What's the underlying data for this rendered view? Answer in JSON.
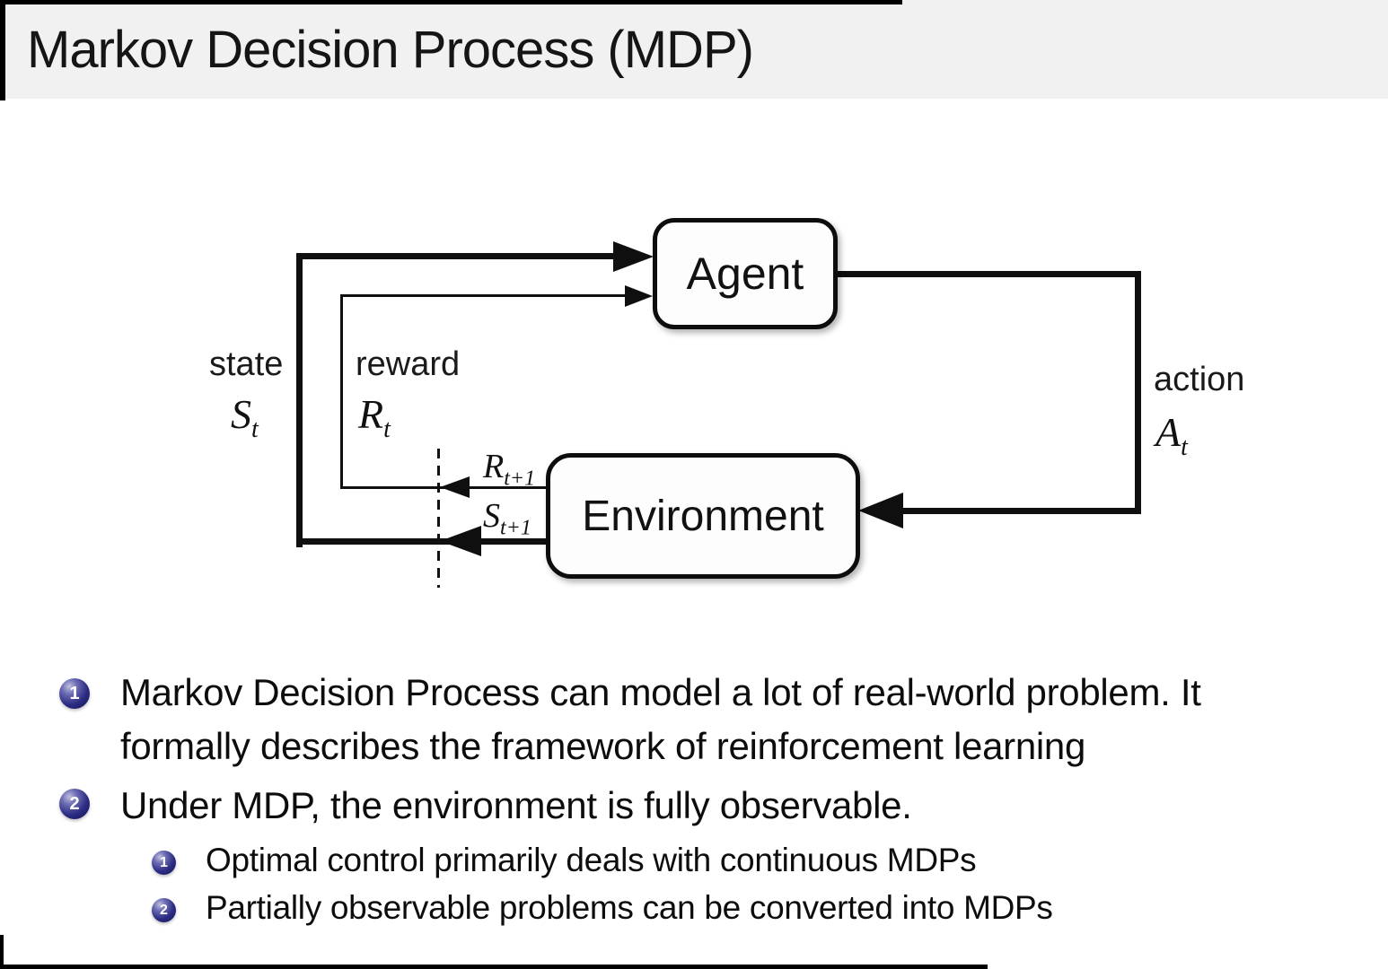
{
  "title": "Markov Decision Process (MDP)",
  "diagram": {
    "agent_label": "Agent",
    "environment_label": "Environment",
    "state_label": "state",
    "reward_label": "reward",
    "action_label": "action",
    "state_symbol": {
      "base": "S",
      "sub": "t"
    },
    "reward_symbol": {
      "base": "R",
      "sub": "t"
    },
    "action_symbol": {
      "base": "A",
      "sub": "t"
    },
    "next_reward_symbol": {
      "base": "R",
      "sub": "t+1"
    },
    "next_state_symbol": {
      "base": "S",
      "sub": "t+1"
    }
  },
  "bullets": {
    "item1": {
      "number": "1",
      "line1": "Markov Decision Process can model a lot of real-world problem. It",
      "line2": "formally describes the framework of reinforcement learning"
    },
    "item2": {
      "number": "2",
      "text": "Under MDP, the environment is fully observable."
    },
    "sub1": {
      "number": "1",
      "text": "Optimal control primarily deals with continuous MDPs"
    },
    "sub2": {
      "number": "2",
      "text": "Partially observable problems can be converted into MDPs"
    }
  },
  "colors": {
    "title_band": "#f1f1f1",
    "line": "#0f0f0f",
    "ball_navy": "#2b2b82",
    "text": "#0d0d0d"
  }
}
